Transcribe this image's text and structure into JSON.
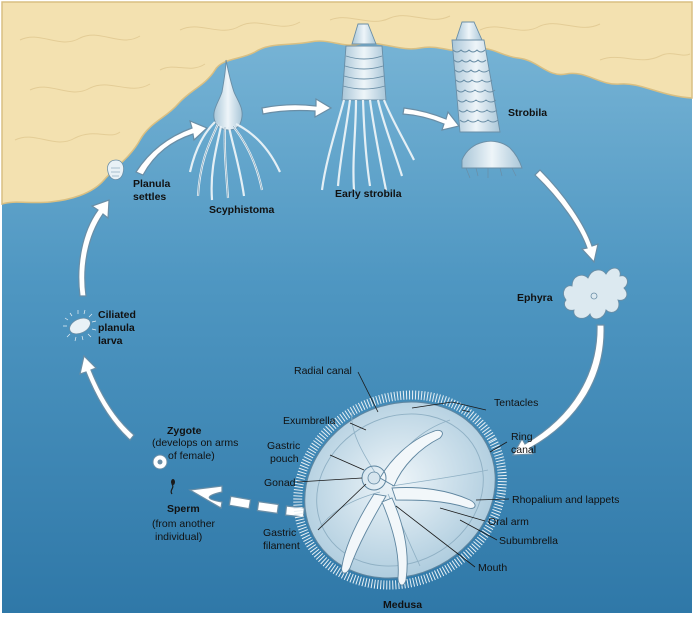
{
  "stages": {
    "planula_settles": [
      "Planula",
      "settles"
    ],
    "scyphistoma": "Scyphistoma",
    "early_strobila": "Early strobila",
    "strobila": "Strobila",
    "ephyra": "Ephyra",
    "medusa": "Medusa",
    "ciliated_planula": [
      "Ciliated",
      "planula",
      "larva"
    ],
    "zygote": "Zygote",
    "zygote_note": [
      "(develops on arms",
      "of female)"
    ],
    "sperm": "Sperm",
    "sperm_note": [
      "(from another",
      "individual)"
    ]
  },
  "medusa_parts": {
    "radial_canal": "Radial canal",
    "exumbrella": "Exumbrella",
    "gastric_pouch": [
      "Gastric",
      "pouch"
    ],
    "gonad": "Gonad",
    "gastric_filament": [
      "Gastric",
      "filament"
    ],
    "tentacles": "Tentacles",
    "ring_canal": [
      "Ring",
      "canal"
    ],
    "rhopalium": "Rhopalium and lappets",
    "oral_arm": "Oral arm",
    "subumbrella": "Subumbrella",
    "mouth": "Mouth"
  },
  "colors": {
    "water": "#3f8bb8",
    "water_light": "#7db8d8",
    "rock": "#f3e1b0",
    "arrow_fill": "#ffffff",
    "arrow_stroke": "#6a8ea6",
    "organism": "#dce9f0"
  }
}
